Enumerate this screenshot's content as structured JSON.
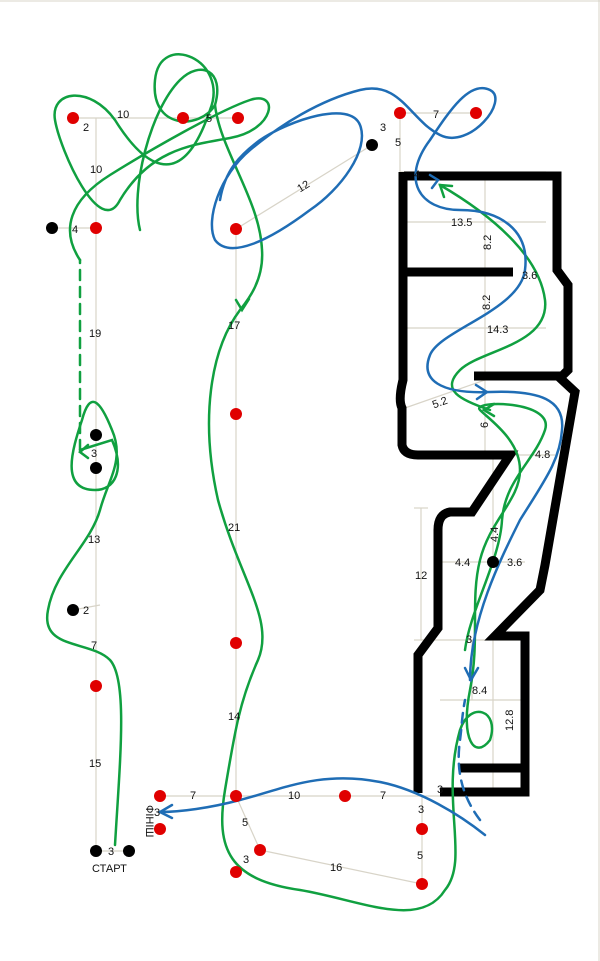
{
  "colors": {
    "background": "#ffffff",
    "grid": "#d8d4c8",
    "wall": "#000000",
    "red_cone": "#e00000",
    "black_cone": "#000000",
    "route_green": "#10a040",
    "route_blue": "#1f6db5"
  },
  "labels": {
    "start": "СТАРТ",
    "finish": "ФІНІШ"
  },
  "distances": {
    "d10_top": "10",
    "d2_top": "2",
    "d5_top": "5",
    "d10_left": "10",
    "d4_left": "4",
    "d19": "19",
    "d3_mid": "3",
    "d13": "13",
    "d2_low": "2",
    "d7_left": "7",
    "d15": "15",
    "d3_start": "3",
    "d12_diag": "12",
    "d17": "17",
    "d21": "21",
    "d14": "14",
    "d3_top": "3",
    "d5_top2": "5",
    "d7_top": "7",
    "d4_top": "4",
    "d13_5": "13.5",
    "d8_2a": "8.2",
    "d3_6a": "3.6",
    "d8_2b": "8.2",
    "d14_3": "14.3",
    "d5_2": "5.2",
    "d6": "6",
    "d4_8": "4.8",
    "d4_4a": "4.4",
    "d4_4b": "4.4",
    "d3_6b": "3.6",
    "d12_vert": "12",
    "d3_gate": "3",
    "d8_4": "8.4",
    "d12_8": "12.8",
    "d3_bottom": "3",
    "d7_bottom": "7",
    "d10_bottom": "10",
    "d7_bottom2": "7",
    "d3_finish": "3",
    "d5_low": "5",
    "d3_low": "3",
    "d16": "16",
    "d3_right": "3",
    "d5_right": "5"
  }
}
